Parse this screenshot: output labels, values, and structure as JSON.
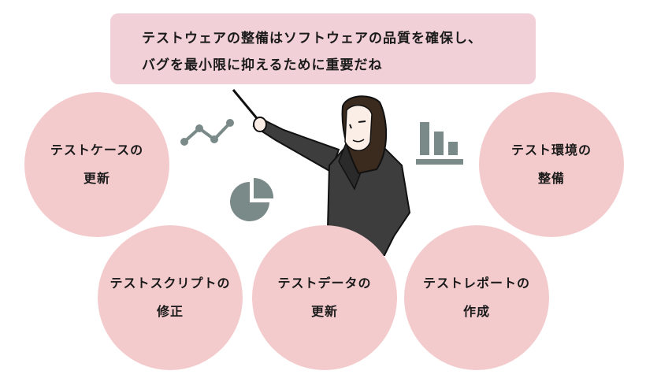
{
  "speech_bubble": {
    "line1": "テストウェアの整備はソフトウェアの品質を確保し、",
    "line2": "バグを最小限に抑えるために重要だね"
  },
  "items": [
    {
      "line1": "テストケースの",
      "line2": "更新"
    },
    {
      "line1": "テスト環境の",
      "line2": "整備"
    },
    {
      "line1": "テストスクリプトの",
      "line2": "修正"
    },
    {
      "line1": "テストデータの",
      "line2": "更新"
    },
    {
      "line1": "テストレポートの",
      "line2": "作成"
    }
  ],
  "icons": [
    "line-chart-icon",
    "bar-chart-icon",
    "pie-chart-icon"
  ],
  "colors": {
    "bubble_bg": "#f2d0d8",
    "circle_bg": "#f4cbcd",
    "icon_gray": "#7a8a88",
    "suit": "#3d3d3d",
    "hair": "#3b2a1e"
  }
}
